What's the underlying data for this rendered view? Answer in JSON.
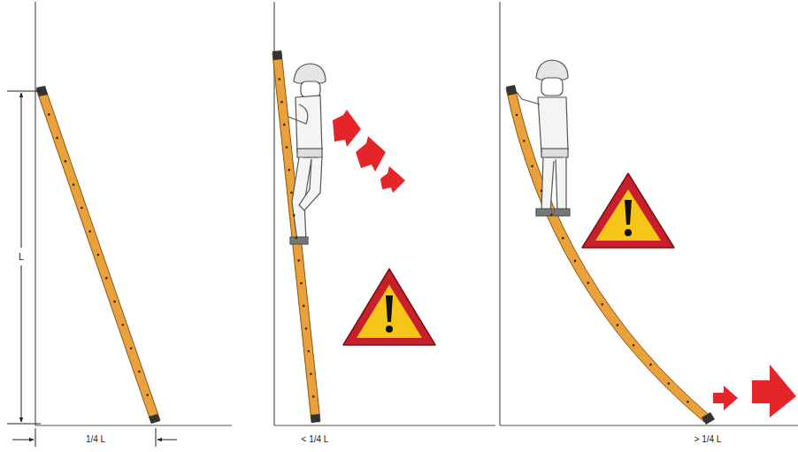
{
  "diagram": {
    "labels": [
      "L",
      "1/4 L",
      "< 1/4 L",
      "> 1/4 L"
    ]
  }
}
